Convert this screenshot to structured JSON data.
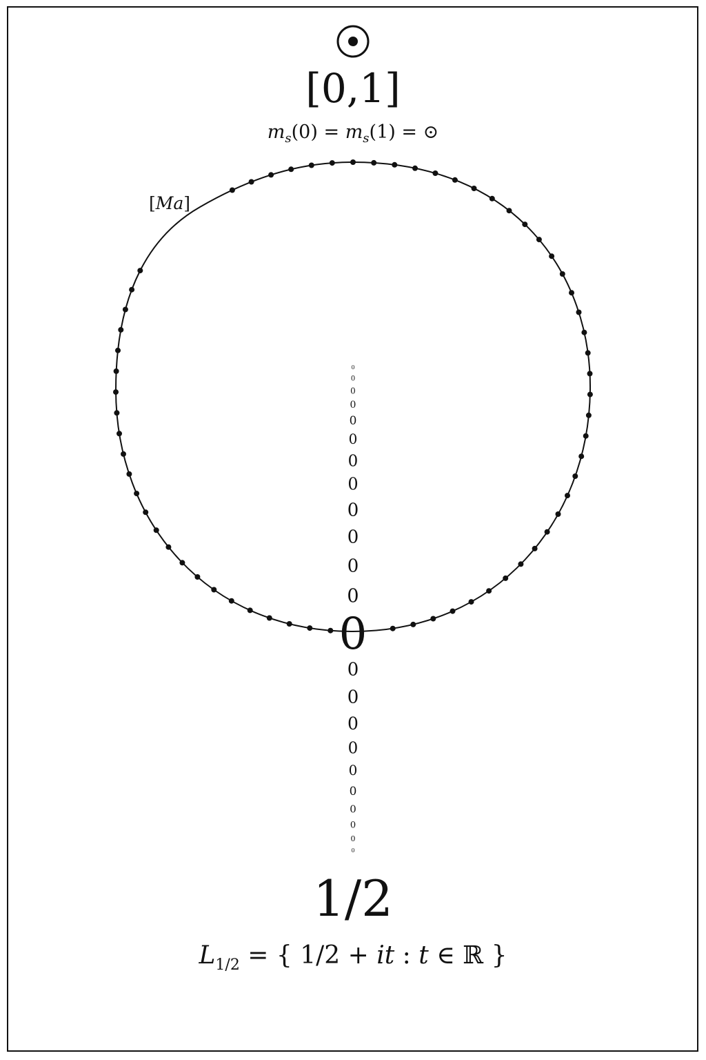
{
  "header": {
    "symbol": "⊙",
    "interval": "[0,1]",
    "equation": {
      "m1": "m",
      "s1": "s",
      "a1": "(0) = ",
      "m2": "m",
      "s2": "s",
      "a2": "(1) = ",
      "sym": "⊙"
    }
  },
  "loop_label": {
    "open": "[",
    "text": "Ma",
    "close": "]"
  },
  "center": {
    "zero_big": "0",
    "zero_small": "0"
  },
  "footer": {
    "value": "1/2",
    "line_def": {
      "L": "L",
      "sub": "1/2",
      "eq": " = { 1/2 + ",
      "it": "it",
      "colon": " : ",
      "t": "t",
      "in": " ∈ ℝ }"
    }
  },
  "colors": {
    "ink": "#111111",
    "background": "#ffffff"
  }
}
